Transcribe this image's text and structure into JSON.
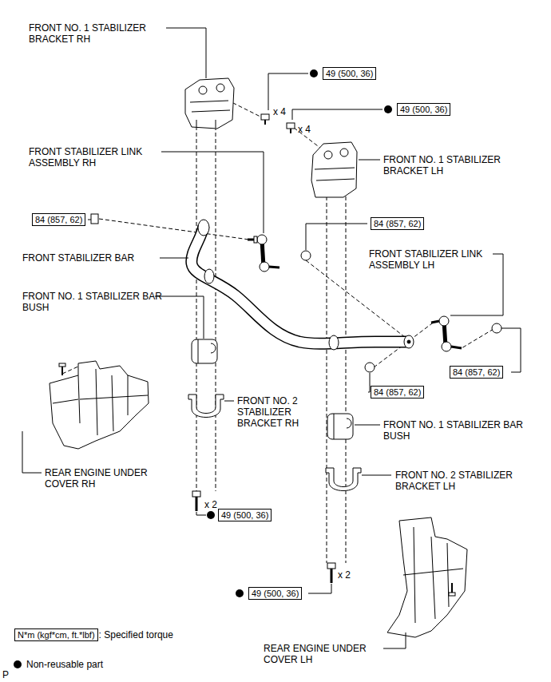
{
  "diagram": {
    "nodes": [
      {
        "text": [
          "49 (500, 36)"
        ]
      },
      {
        "text": [
          "49 (500, 36)"
        ]
      },
      {
        "text": [
          "84 (857, 62)"
        ]
      },
      {
        "text": [
          "84 (857, 62)"
        ]
      },
      {
        "text": [
          "84 (857, 62)"
        ]
      },
      {
        "text": [
          "84 (857, 62)"
        ]
      },
      {
        "text": [
          "49 (500, 36)"
        ]
      },
      {
        "text": [
          "49 (500, 36)"
        ]
      },
      {
        "text": [
          "N*m (kgf*cm, ft.*lbf)"
        ]
      }
    ],
    "edges": [],
    "labels": [
      "FRONT NO. 1 STABILIZER BRACKET RH",
      "x 4",
      "x 4",
      "FRONT STABILIZER LINK ASSEMBLY RH",
      "FRONT NO. 1 STABILIZER BRACKET LH",
      "FRONT STABILIZER BAR",
      "FRONT STABILIZER LINK ASSEMBLY LH",
      "FRONT NO. 1 STABILIZER BAR BUSH",
      "FRONT NO. 2 STABILIZER BRACKET RH",
      "FRONT NO. 1 STABILIZER BAR BUSH",
      "REAR ENGINE UNDER COVER RH",
      "x 2",
      "FRONT NO. 2 STABILIZER BRACKET LH",
      "x 2",
      "REAR ENGINE UNDER COVER LH",
      "P"
    ],
    "legend": [
      {
        "text": ": Specified torque"
      },
      {
        "text": "Non-reusable part"
      }
    ]
  }
}
